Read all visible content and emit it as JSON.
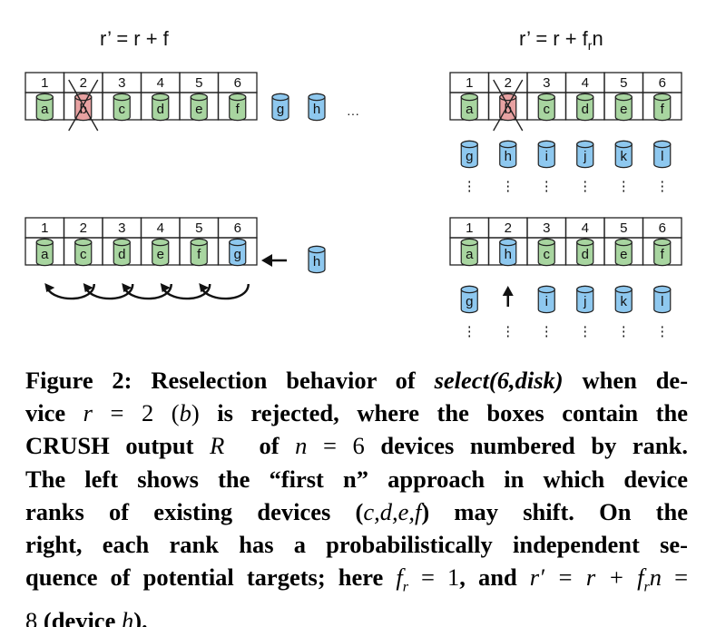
{
  "formulas": {
    "left": "r’ = r + f",
    "right_prefix": "r’ = r + f",
    "right_sub": "r",
    "right_suffix": "n"
  },
  "ranks": [
    "1",
    "2",
    "3",
    "4",
    "5",
    "6"
  ],
  "ellipsis": "···",
  "vertical_dots": "⋮",
  "colors": {
    "green_fill": "#a8d5a0",
    "red_fill": "#e8a2a2",
    "blue_fill": "#8ec8ef",
    "outline": "#222222"
  },
  "panels": {
    "top_left": {
      "slots": [
        {
          "label": "a",
          "color": "green"
        },
        {
          "label": "b",
          "color": "red",
          "rejected": true
        },
        {
          "label": "c",
          "color": "green"
        },
        {
          "label": "d",
          "color": "green"
        },
        {
          "label": "e",
          "color": "green"
        },
        {
          "label": "f",
          "color": "green"
        }
      ],
      "extra": [
        {
          "label": "g",
          "color": "blue"
        },
        {
          "label": "h",
          "color": "blue"
        }
      ]
    },
    "bottom_left": {
      "slots": [
        {
          "label": "a",
          "color": "green"
        },
        {
          "label": "c",
          "color": "green"
        },
        {
          "label": "d",
          "color": "green"
        },
        {
          "label": "e",
          "color": "green"
        },
        {
          "label": "f",
          "color": "green"
        },
        {
          "label": "g",
          "color": "blue"
        }
      ],
      "extra": [
        {
          "label": "h",
          "color": "blue"
        }
      ]
    },
    "top_right": {
      "slots": [
        {
          "label": "a",
          "color": "green"
        },
        {
          "label": "b",
          "color": "red",
          "rejected": true
        },
        {
          "label": "c",
          "color": "green"
        },
        {
          "label": "d",
          "color": "green"
        },
        {
          "label": "e",
          "color": "green"
        },
        {
          "label": "f",
          "color": "green"
        }
      ],
      "alternates": [
        {
          "label": "g"
        },
        {
          "label": "h"
        },
        {
          "label": "i"
        },
        {
          "label": "j"
        },
        {
          "label": "k"
        },
        {
          "label": "l"
        }
      ]
    },
    "bottom_right": {
      "slots": [
        {
          "label": "a",
          "color": "green"
        },
        {
          "label": "h",
          "color": "blue"
        },
        {
          "label": "c",
          "color": "green"
        },
        {
          "label": "d",
          "color": "green"
        },
        {
          "label": "e",
          "color": "green"
        },
        {
          "label": "f",
          "color": "green"
        }
      ],
      "alternates": [
        {
          "label": "g"
        },
        {
          "label": null
        },
        {
          "label": "i"
        },
        {
          "label": "j"
        },
        {
          "label": "k"
        },
        {
          "label": "l"
        }
      ]
    }
  },
  "caption": {
    "figure_label": "Figure 2:",
    "l1_a": "Reselection behavior of",
    "l1_b": "select(6,disk)",
    "l1_c": "when de-",
    "l2_a": "vice",
    "l2_r": "r",
    "l2_eq": "= 2",
    "l2_paren": "(",
    "l2_b": "b",
    "l2_paren2": ")",
    "l2_c": "is rejected, where the boxes contain the",
    "l3_a": "CRUSH output",
    "l3_R": "R⃗",
    "l3_b": "of",
    "l3_n": "n",
    "l3_eq": "= 6",
    "l3_c": "devices numbered by rank.",
    "l4": "The left shows the “first n” approach in which device",
    "l5_a": "ranks of existing devices (",
    "l5_vars": "c,d,e,f",
    "l5_b": ") may shift.  On the",
    "l6": "right, each rank has a probabilistically independent se-",
    "l7_a": "quence of potential targets; here",
    "l7_f": "f",
    "l7_sub": "r",
    "l7_eq": "= 1",
    "l7_b": ", and",
    "l7_math": "r′ = r + f",
    "l7_sub2": "r",
    "l7_n": "n",
    "l7_eq2": "=",
    "l8_a": "8",
    "l8_b": "(device",
    "l8_h": "h",
    "l8_c": ")."
  }
}
